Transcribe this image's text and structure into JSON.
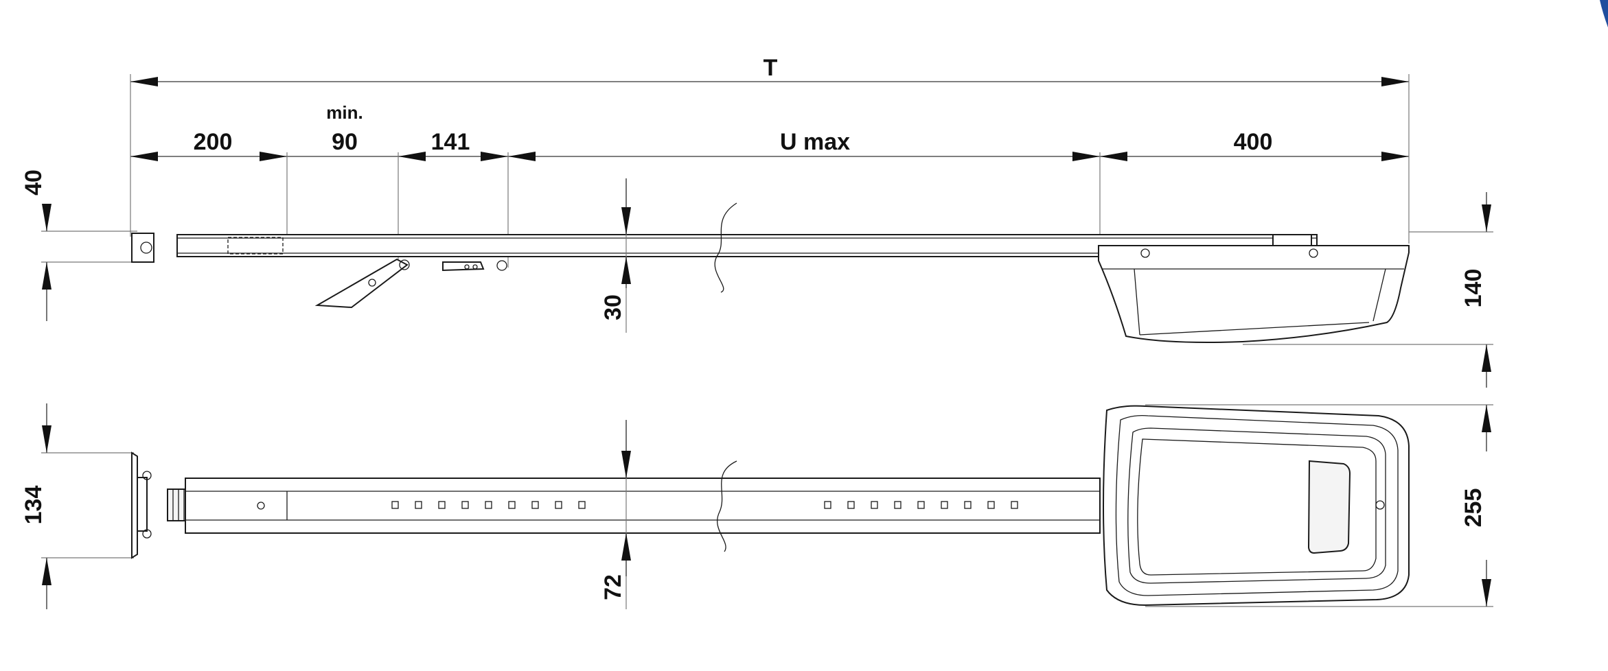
{
  "dimensions": {
    "total": "T",
    "seg_200": "200",
    "min_label": "min.",
    "seg_90": "90",
    "seg_141": "141",
    "seg_umax": "U max",
    "seg_400": "400",
    "height_40": "40",
    "height_30": "30",
    "height_140": "140",
    "height_134": "134",
    "height_72": "72",
    "height_255": "255"
  },
  "colors": {
    "line": "#1a1a1a",
    "dimension": "#555555",
    "corner_accent": "#1f4e9e"
  },
  "views": {
    "side_view": "rail-side-view",
    "top_view": "rail-top-view"
  }
}
